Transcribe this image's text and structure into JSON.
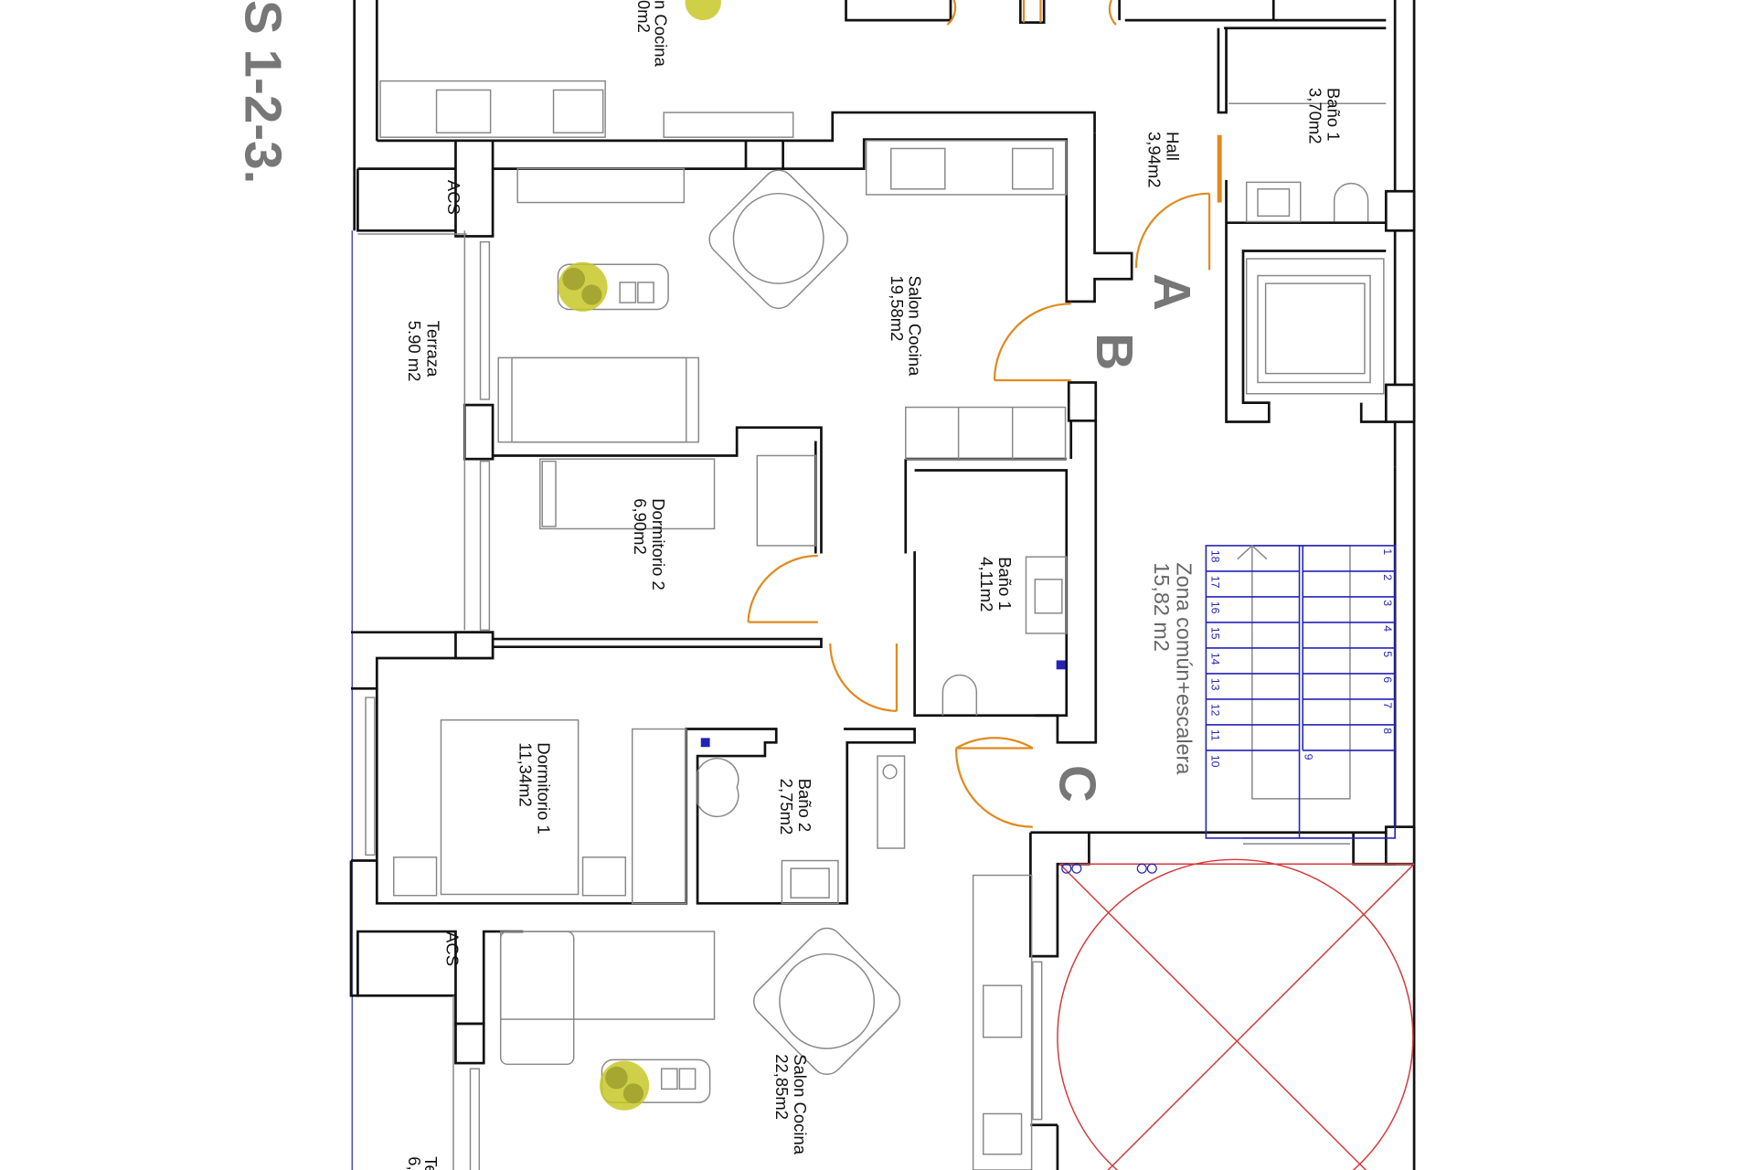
{
  "plan": {
    "title": "S 1-2-3.",
    "block_letters": [
      "A",
      "B",
      "C"
    ],
    "rooms": [
      {
        "id": "salon-top",
        "name": "n Cocina",
        "area": "0m2"
      },
      {
        "id": "acs-top",
        "name": "ACS"
      },
      {
        "id": "terraza-top",
        "name": "Terraza",
        "area": "5.90 m2"
      },
      {
        "id": "salon-1",
        "name": "Salon Cocina",
        "area": "19,58m2"
      },
      {
        "id": "hall",
        "name": "Hall",
        "area": "3,94m2"
      },
      {
        "id": "bano-1-top",
        "name": "Baño 1",
        "area": "3,70m2"
      },
      {
        "id": "dormitorio-2",
        "name": "Dormitorio 2",
        "area": "6,90m2"
      },
      {
        "id": "bano-1",
        "name": "Baño 1",
        "area": "4,11m2"
      },
      {
        "id": "zona-comun",
        "name": "Zona común+escalera",
        "area": "15,82 m2"
      },
      {
        "id": "dormitorio-1",
        "name": "Dormitorio 1",
        "area": "11,34m2"
      },
      {
        "id": "bano-2",
        "name": "Baño 2",
        "area": "2,75m2"
      },
      {
        "id": "acs-bottom",
        "name": "ACS"
      },
      {
        "id": "salon-2",
        "name": "Salon Cocina",
        "area": "22,85m2"
      },
      {
        "id": "terraza-bottom",
        "name": "Te",
        "area": "6,2"
      }
    ],
    "stair_steps_left": [
      "18",
      "17",
      "16",
      "15",
      "14",
      "13",
      "12",
      "11",
      "10"
    ],
    "stair_steps_right": [
      "1",
      "2",
      "3",
      "4",
      "5",
      "6",
      "7",
      "8"
    ],
    "stair_step_landing": "9",
    "colors": {
      "walls": "#111111",
      "doors": "#e08a1e",
      "stairs": "#2323b8",
      "lift_circle": "#d23a3a",
      "plants": "#c8c828",
      "labels_grey": "#777777"
    }
  }
}
